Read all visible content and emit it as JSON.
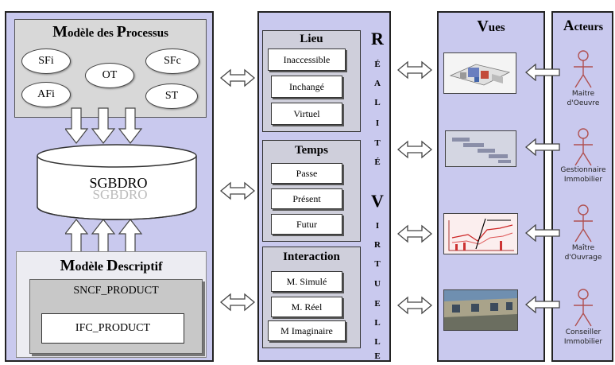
{
  "left_panel": {
    "process_model": {
      "title_initial_1": "M",
      "title_rest_1": "odèle des ",
      "title_initial_2": "P",
      "title_rest_2": "rocessus",
      "nodes": [
        "SFi",
        "OT",
        "SFc",
        "AFi",
        "ST"
      ]
    },
    "database": {
      "label": "SGBDRO"
    },
    "descriptive_model": {
      "title_initial_1": "M",
      "title_rest_1": "odèle ",
      "title_initial_2": "D",
      "title_rest_2": "escriptif",
      "outer_box": "SNCF_PRODUCT",
      "inner_box": "IFC_PRODUCT"
    }
  },
  "middle_panel": {
    "groups": [
      {
        "title": "Lieu",
        "items": [
          "Inaccessible",
          "Inchangé",
          "Virtuel"
        ]
      },
      {
        "title": "Temps",
        "items": [
          "Passe",
          "Présent",
          "Futur"
        ]
      },
      {
        "title": "Interaction",
        "items": [
          "M. Simulé",
          "M. Réel",
          "M Imaginaire"
        ]
      }
    ],
    "vertical_text_1": [
      "R",
      "É",
      "A",
      "L",
      "I",
      "T",
      "É"
    ],
    "vertical_text_2": [
      "V",
      "I",
      "R",
      "T",
      "U",
      "E",
      "L",
      "L",
      "E"
    ]
  },
  "views_panel": {
    "title_initial": "V",
    "title_rest": "ues"
  },
  "actors_panel": {
    "title_initial": "A",
    "title_rest": "cteurs",
    "actors": [
      {
        "label_line1": "Maitre",
        "label_line2": "d'Oeuvre"
      },
      {
        "label_line1": "Gestionnaire",
        "label_line2": "Immobilier"
      },
      {
        "label_line1": "Maître",
        "label_line2": "d'Ouvrage"
      },
      {
        "label_line1": "Conseiller",
        "label_line2": "Immobilier"
      }
    ]
  }
}
